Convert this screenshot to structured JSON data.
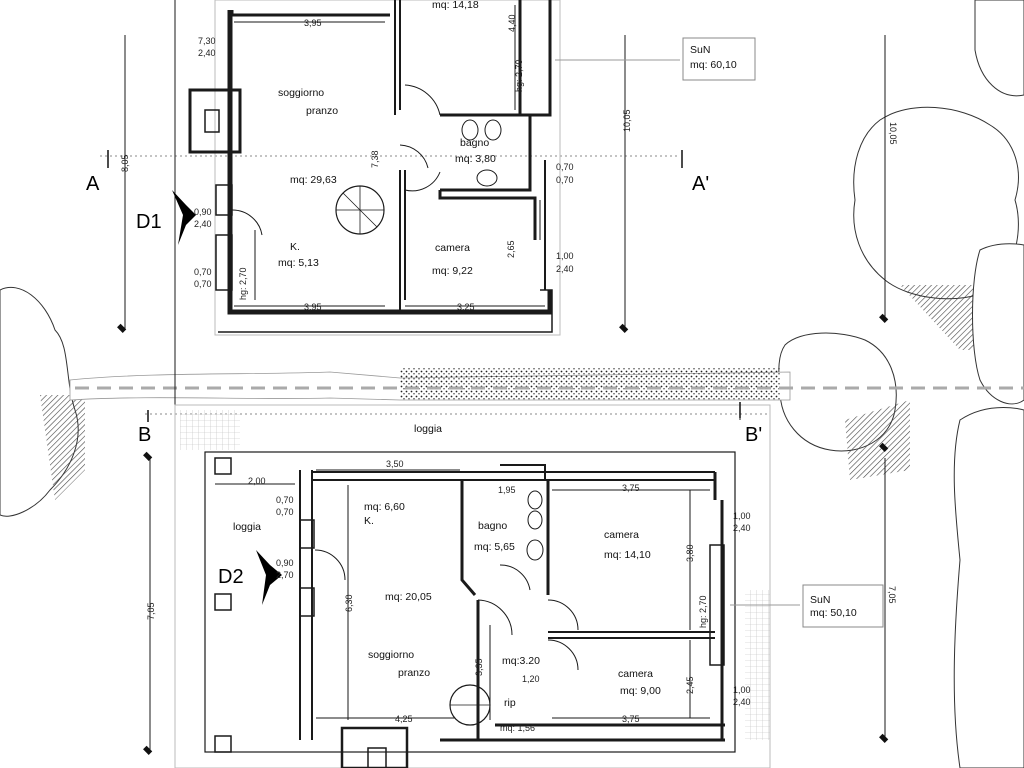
{
  "section_marks": {
    "a_left": "A",
    "a_right": "A'",
    "b_left": "B",
    "b_right": "B'"
  },
  "doors": {
    "d1": "D1",
    "d2": "D2"
  },
  "upper": {
    "rooms": {
      "top_area": "mq: 14,18",
      "soggiorno": "soggiorno",
      "pranzo": "pranzo",
      "living_area": "mq: 29,63",
      "k": "K.",
      "k_area": "mq: 5,13",
      "bagno": "bagno",
      "bagno_area": "mq: 3,80",
      "camera": "camera",
      "camera_area": "mq: 9,22"
    },
    "sun_title": "SuN",
    "sun_area": "mq: 60,10",
    "dims": {
      "w1": "3,95",
      "w2": "3,95",
      "w3": "3,25",
      "h_top": "4,40",
      "hg_top": "hg: 2,70",
      "v1": "7,30",
      "v1b": "2,40",
      "v_mid": "7,38",
      "v_cam": "2,65",
      "hg_k": "hg: 2,70",
      "win1a": "0,90",
      "win1b": "2,40",
      "win2a": "0,70",
      "win2b": "0,70",
      "win3a": "0,70",
      "win3b": "0,70",
      "win4a": "1,00",
      "win4b": "2,40",
      "side_left": "8,05",
      "side_right": "10,05",
      "side_far": "10,05"
    }
  },
  "lower": {
    "rooms": {
      "loggia": "loggia",
      "logg2": "loggia",
      "k": "K.",
      "k_area": "mq: 6,60",
      "living_area": "mq: 20,05",
      "soggiorno": "soggiorno",
      "pranzo": "pranzo",
      "bagno": "bagno",
      "bagno_area": "mq: 5,65",
      "camera1": "camera",
      "camera1_area": "mq: 14,10",
      "camera2": "camera",
      "camera2_area": "mq: 9,00",
      "corr_area": "mq:3.20",
      "rip": "rip",
      "rip_area": "mq: 1,56"
    },
    "sun_title": "SuN",
    "sun_area": "mq: 50,10",
    "dims": {
      "w1": "2,00",
      "w2": "3,50",
      "w3": "1,95",
      "w4": "3,75",
      "w5": "3,75",
      "w6": "4,25",
      "v1": "6,30",
      "v2": "3,35",
      "v3": "3,80",
      "v4": "2,45",
      "hg": "hg: 2,70",
      "corr": "1,20",
      "win1a": "0,70",
      "win1b": "0,70",
      "win2a": "0,90",
      "win2b": "2,70",
      "win3a": "1,00",
      "win3b": "2,40",
      "win4a": "1,00",
      "win4b": "2,40",
      "side_left": "7,05",
      "side_right": "7,05"
    }
  },
  "colors": {
    "line": "#1a1a1a",
    "hatch": "#555555",
    "bg": "#ffffff"
  }
}
